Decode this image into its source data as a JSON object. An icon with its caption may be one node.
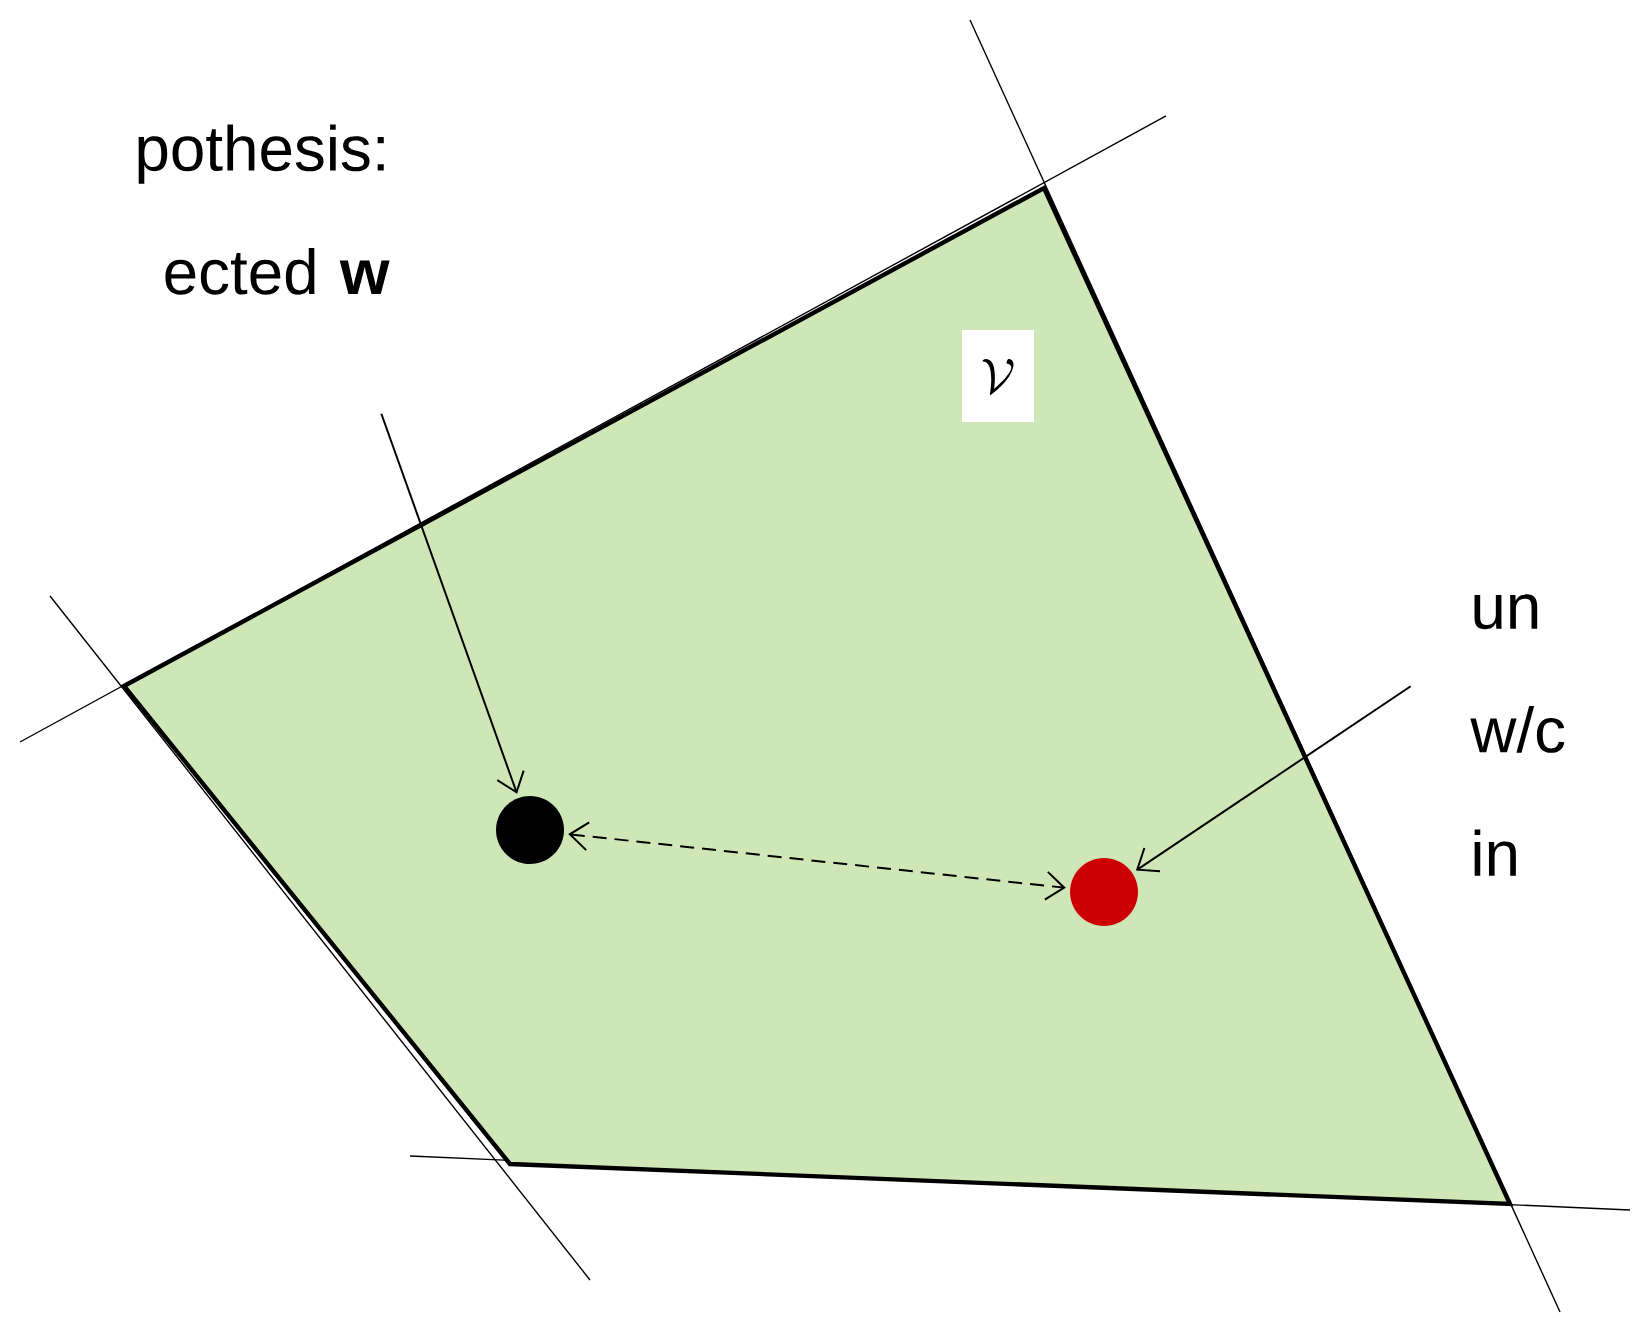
{
  "diagram": {
    "nodes": [
      {
        "text": [
          "pothesis: ected **w**"
        ]
      },
      {
        "text": [
          "\\mathcal{V}"
        ]
      },
      {
        "text": [],
        "shape": "circle",
        "in": 1
      },
      {
        "text": [],
        "shape": "circle",
        "in": 1
      },
      {
        "text": [
          "un w/c in"
        ]
      }
    ],
    "edges": [
      {
        "from": 0,
        "to": 2,
        "arrow": "to"
      },
      {
        "from": 4,
        "to": 3,
        "arrow": "to"
      },
      {
        "from": 2,
        "to": 3,
        "arrow": "both",
        "style": "dashed"
      }
    ]
  }
}
